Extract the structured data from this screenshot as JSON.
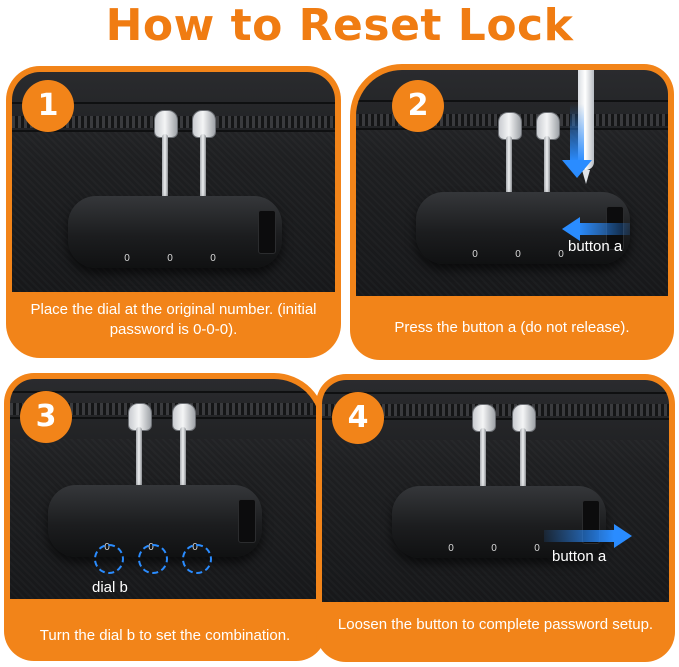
{
  "title": "How to Reset Lock",
  "accent_color": "#f28419",
  "title_color": "#f07c12",
  "arrow_color": "#2a8cff",
  "steps": [
    {
      "number": "1",
      "caption": "Place the dial at the original number. (initial password is 0-0-0).",
      "digits": [
        "0",
        "0",
        "0"
      ]
    },
    {
      "number": "2",
      "caption": "Press the button a (do not release).",
      "label": "button a",
      "digits": [
        "0",
        "0",
        "0"
      ]
    },
    {
      "number": "3",
      "caption": "Turn the dial b to set the combination.",
      "label": "dial b",
      "digits": [
        "0",
        "0",
        "0"
      ]
    },
    {
      "number": "4",
      "caption": "Loosen the button to complete password setup.",
      "label": "button a",
      "digits": [
        "0",
        "0",
        "0"
      ]
    }
  ]
}
